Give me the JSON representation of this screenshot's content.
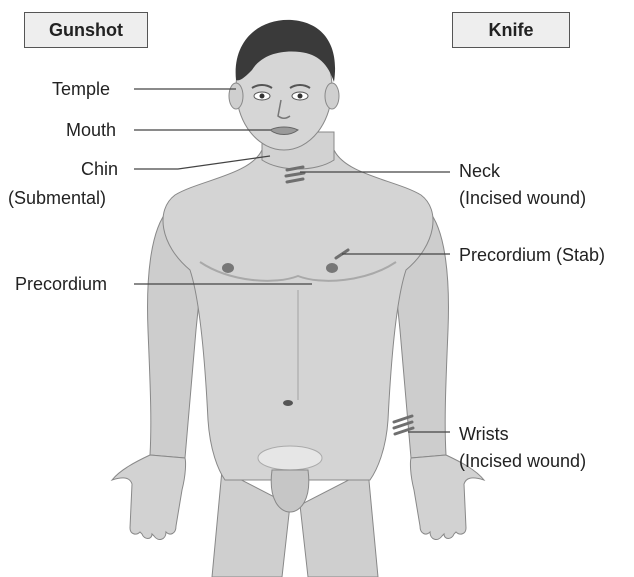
{
  "headers": {
    "left": "Gunshot",
    "right": "Knife"
  },
  "gunshot_labels": {
    "temple": "Temple",
    "mouth": "Mouth",
    "chin_line1": "Chin",
    "chin_line2": "(Submental)",
    "precordium": "Precordium"
  },
  "knife_labels": {
    "neck_line1": "Neck",
    "neck_line2": "(Incised wound)",
    "precordium_stab": "Precordium (Stab)",
    "wrists_line1": "Wrists",
    "wrists_line2": "(Incised wound)"
  },
  "colors": {
    "skin": "#d2d2d2",
    "skin_shadow": "#b9b9b9",
    "hair": "#3a3a3a",
    "outline": "#7a7a7a",
    "wound": "#6f6f6f",
    "leader": "#444444"
  }
}
